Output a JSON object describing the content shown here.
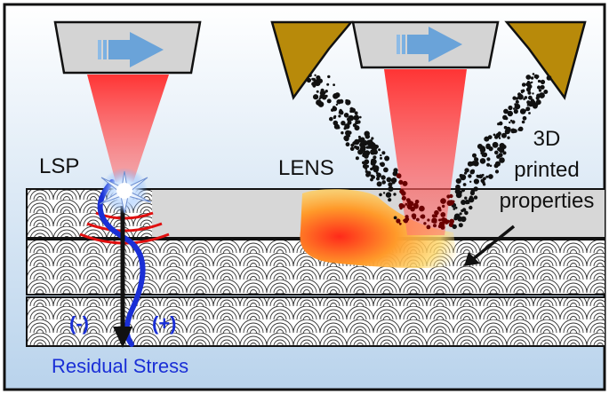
{
  "labels": {
    "lsp": "LSP",
    "lens": "LENS",
    "printed_line1": "3D",
    "printed_line2": "printed",
    "printed_line3": "properties",
    "minus": "(-)",
    "plus": "(+)",
    "residual_stress": "Residual Stress"
  },
  "colors": {
    "background_gradient": [
      "#ffffff",
      "#bcd5ec"
    ],
    "head": "#d4d4d4",
    "arrow": "#6aa3d9",
    "laser": "#ff3b3b",
    "nozzle": "#b88a0a",
    "powder": "#111111",
    "stress_curve": "#1a2fd6",
    "label_blue": "#1a2fd6"
  },
  "icons": {
    "direction_arrow": "right-arrow-icon",
    "laser_flash": "starburst-icon"
  }
}
